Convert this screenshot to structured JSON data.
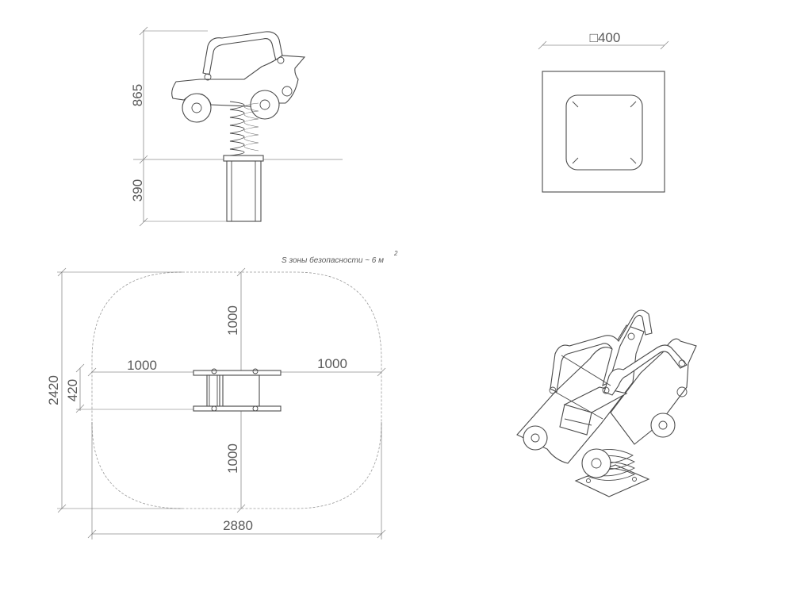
{
  "dimensions": {
    "side_height_top": "865",
    "side_height_bottom": "390",
    "plan_square": "□400",
    "zone_left": "1000",
    "zone_right": "1000",
    "zone_top": "1000",
    "zone_bottom": "1000",
    "zone_total_height": "2420",
    "zone_inner_height": "420",
    "zone_total_width": "2880"
  },
  "annotations": {
    "safety_zone_label": "S зоны безопасности ~ 6 м",
    "safety_zone_superscript": "2"
  }
}
